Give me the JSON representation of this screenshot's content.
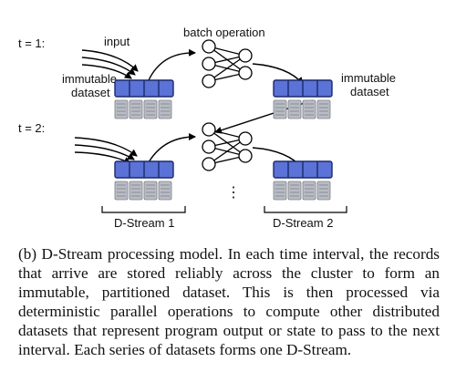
{
  "diagram": {
    "labels": {
      "t1": "t = 1:",
      "t2": "t = 2:",
      "input": "input",
      "immutable_dataset_left_line1": "immutable",
      "immutable_dataset_left_line2": "dataset",
      "immutable_dataset_right_line1": "immutable",
      "immutable_dataset_right_line2": "dataset",
      "batch_operation": "batch operation",
      "ellipsis": "⋮",
      "dstream1": "D-Stream 1",
      "dstream2": "D-Stream 2"
    },
    "colors": {
      "partition_fill": "#5b72d6",
      "partition_stroke": "#1a2a6c",
      "server_fill": "#b9bcc4",
      "arrow": "#000000"
    }
  },
  "caption": "(b) D-Stream processing model. In each time interval, the records that arrive are stored reliably across the cluster to form an immutable, partitioned dataset. This is then processed via deterministic parallel operations to compute other distributed datasets that represent program output or state to pass to the next interval. Each series of datasets forms one D-Stream."
}
